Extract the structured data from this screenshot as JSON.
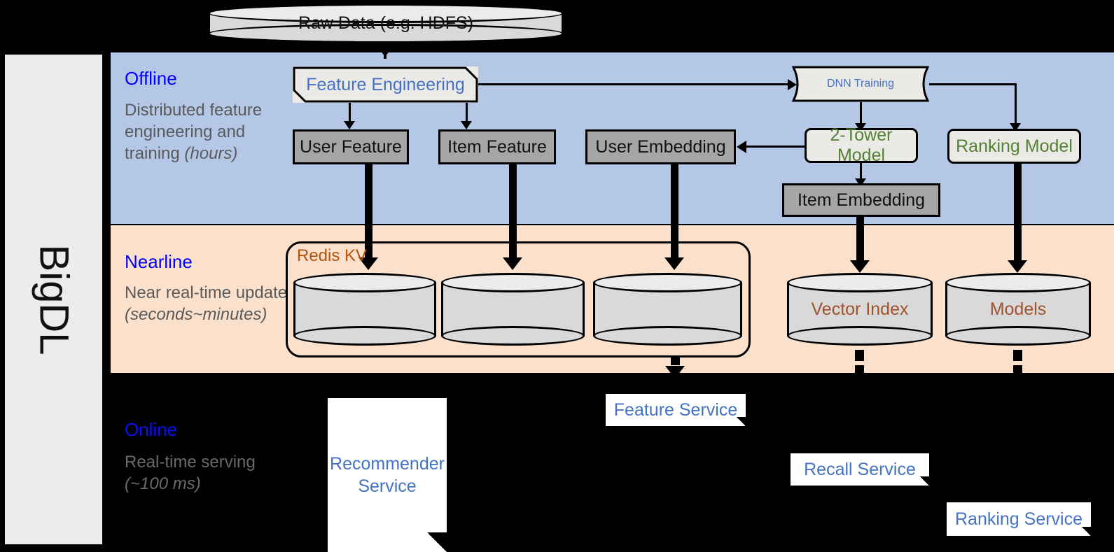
{
  "rail": {
    "label": "BigDL"
  },
  "bands": {
    "offline": {
      "title": "Offline",
      "desc_plain": "Distributed feature engineering and training ",
      "desc_em": "(hours)",
      "bg": "#b4c7e7"
    },
    "nearline": {
      "title": "Nearline",
      "desc_plain": "Near real-time update ",
      "desc_em": "(seconds~minutes)",
      "bg": "#fbe0cc"
    },
    "online": {
      "title": "Online",
      "desc_plain": "Real-time serving ",
      "desc_em": "(~100 ms)",
      "bg": "#000000"
    }
  },
  "nodes": {
    "raw_data": "Raw Data (e.g. HDFS)",
    "feature_engineering": "Feature Engineering",
    "dnn_training": "DNN Training",
    "user_feature": "User Feature",
    "item_feature": "Item Feature",
    "user_embedding": "User Embedding",
    "two_tower_model": "2-Tower Model",
    "ranking_model": "Ranking Model",
    "item_embedding": "Item Embedding",
    "redis_kv": "Redis KV",
    "kv_store_1": "",
    "kv_store_2": "",
    "kv_store_3": "",
    "vector_index": "Vector Index",
    "models": "Models",
    "recommender_service": "Recommender Service",
    "feature_service": "Feature Service",
    "recall_service": "Recall Service",
    "ranking_service": "Ranking Service"
  },
  "colors": {
    "offline_band": "#b4c7e7",
    "nearline_band": "#fbe0cc",
    "online_band": "#000000",
    "rail": "#ececec",
    "band_title": "#0000ff",
    "band_desc": "#5a5a5a",
    "blue_text": "#4472c4",
    "green_text": "#548235",
    "brown_text": "#a0522d",
    "grey_box": "#a6a6a6",
    "proc_box": "#eceae6",
    "cylinder": "#d9d9d9"
  }
}
